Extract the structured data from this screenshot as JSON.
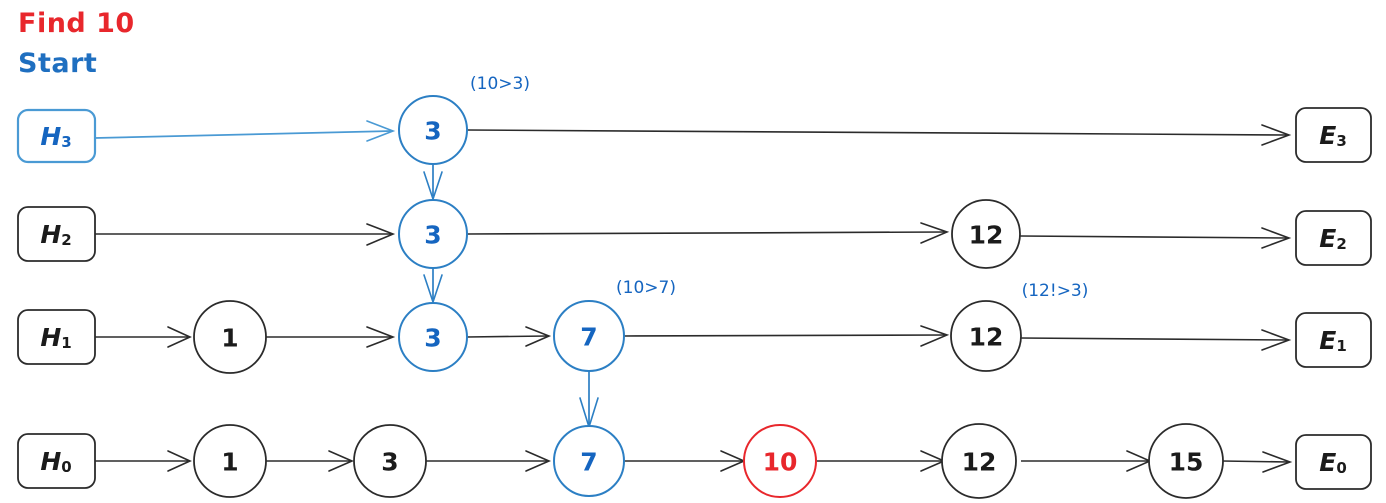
{
  "title": {
    "find_label": "Find 10",
    "start_label": "Start"
  },
  "colors": {
    "red": "#e8272c",
    "blue": "#1565c0",
    "light_blue": "#4a9ad4",
    "black": "#2b2b2b",
    "background": "#ffffff"
  },
  "annotations": {
    "a0": "(10>3)",
    "a1": "(10>7)",
    "a2": "(12!>3)"
  },
  "levels": [
    {
      "head": "H",
      "head_sub": "3",
      "tail": "E",
      "tail_sub": "3"
    },
    {
      "head": "H",
      "head_sub": "2",
      "tail": "E",
      "tail_sub": "2"
    },
    {
      "head": "H",
      "head_sub": "1",
      "tail": "E",
      "tail_sub": "1"
    },
    {
      "head": "H",
      "head_sub": "0",
      "tail": "E",
      "tail_sub": "0"
    }
  ],
  "nodes": {
    "lvl3": [
      {
        "value": "3",
        "state": "blue"
      }
    ],
    "lvl2": [
      {
        "value": "3",
        "state": "blue"
      },
      {
        "value": "12",
        "state": "plain"
      }
    ],
    "lvl1": [
      {
        "value": "1",
        "state": "plain"
      },
      {
        "value": "3",
        "state": "blue"
      },
      {
        "value": "7",
        "state": "blue"
      },
      {
        "value": "12",
        "state": "plain"
      }
    ],
    "lvl0": [
      {
        "value": "1",
        "state": "plain"
      },
      {
        "value": "3",
        "state": "plain"
      },
      {
        "value": "7",
        "state": "blue"
      },
      {
        "value": "10",
        "state": "red"
      },
      {
        "value": "12",
        "state": "plain"
      },
      {
        "value": "15",
        "state": "plain"
      }
    ]
  },
  "chart_data": {
    "type": "diagram",
    "title": "Find 10",
    "subtitle": "Start",
    "structure": "skip-list search traversal",
    "search_key": 10,
    "levels": [
      {
        "level": 3,
        "head": "H3",
        "tail": "E3",
        "keys": [
          3
        ]
      },
      {
        "level": 2,
        "head": "H2",
        "tail": "E2",
        "keys": [
          3,
          12
        ]
      },
      {
        "level": 1,
        "head": "H1",
        "tail": "E1",
        "keys": [
          1,
          3,
          7,
          12
        ]
      },
      {
        "level": 0,
        "head": "H0",
        "tail": "E0",
        "keys": [
          1,
          3,
          7,
          10,
          12,
          15
        ]
      }
    ],
    "path_highlight_blue": [
      "H3",
      "3@L3",
      "3@L2",
      "3@L1",
      "7@L1",
      "7@L0"
    ],
    "path_highlight_red": [
      "10@L0"
    ],
    "comparison_labels": [
      "(10>3)",
      "(10>7)",
      "(12!>3)"
    ]
  }
}
